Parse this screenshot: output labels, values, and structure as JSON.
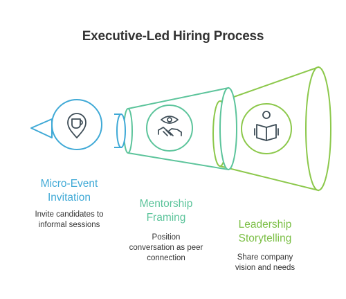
{
  "title": "Executive-Led Hiring Process",
  "steps": [
    {
      "title_line1": "Micro-Event",
      "title_line2": "Invitation",
      "desc_line1": "Invite candidates to",
      "desc_line2": "informal sessions",
      "icon": "coffee-location-icon",
      "color": "#3fa9d6"
    },
    {
      "title_line1": "Mentorship",
      "title_line2": "Framing",
      "desc_line1": "Position",
      "desc_line2": "conversation as peer",
      "desc_line3": "connection",
      "icon": "handshake-eye-icon",
      "color": "#5cc49b"
    },
    {
      "title_line1": "Leadership",
      "title_line2": "Storytelling",
      "desc_line1": "Share company",
      "desc_line2": "vision and needs",
      "icon": "person-reading-icon",
      "color": "#7bbf45"
    }
  ]
}
